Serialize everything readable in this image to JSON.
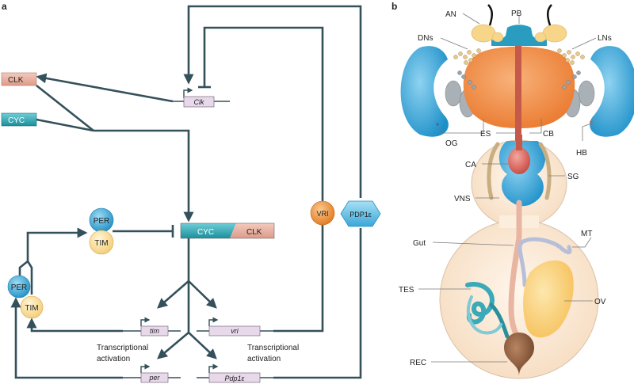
{
  "panel_a": {
    "panel_label": "a",
    "clk_protein": "CLK",
    "cyc_protein": "CYC",
    "clk_gene": "Clk",
    "complex_cyc": "CYC",
    "complex_clk": "CLK",
    "per_protein": "PER",
    "tim_protein": "TIM",
    "per_protein_2": "PER",
    "tim_protein_2": "TIM",
    "vri_protein": "VRI",
    "pdp_protein": "PDP1ε",
    "tim_gene": "tim",
    "vri_gene": "vri",
    "per_gene": "per",
    "pdp_gene": "Pdp1ε",
    "left_activation_line1": "Transcriptional",
    "left_activation_line2": "activation",
    "right_activation_line1": "Transcriptional",
    "right_activation_line2": "activation",
    "colors": {
      "clk_fill": "#e8b1a2",
      "cyc_fill": "#2fa7b5",
      "gene_fill": "#e7d9ea",
      "per_fill": "#3fb0dc",
      "tim_fill": "#fbe3a4",
      "vri_fill": "#f09a3e",
      "pdp_fill": "#6fc6e8",
      "line": "#34505a"
    }
  },
  "panel_b": {
    "panel_label": "b",
    "labels": {
      "an": "AN",
      "pb": "PB",
      "dns": "DNs",
      "lns": "LNs",
      "og": "OG",
      "es": "ES",
      "cb": "CB",
      "hb": "HB",
      "ca": "CA",
      "sg": "SG",
      "vns": "VNS",
      "gut": "Gut",
      "mt": "MT",
      "tes": "TES",
      "ov": "OV",
      "rec": "REC"
    },
    "colors": {
      "brain": "#f08a3c",
      "optic_lobe": "#2fa5d8",
      "body_fill": "#fbe8d2",
      "antenna": "#f7d68a",
      "gut": "#efc0b0",
      "ovary": "#fbd27a",
      "rectum": "#8b5a3c"
    }
  }
}
